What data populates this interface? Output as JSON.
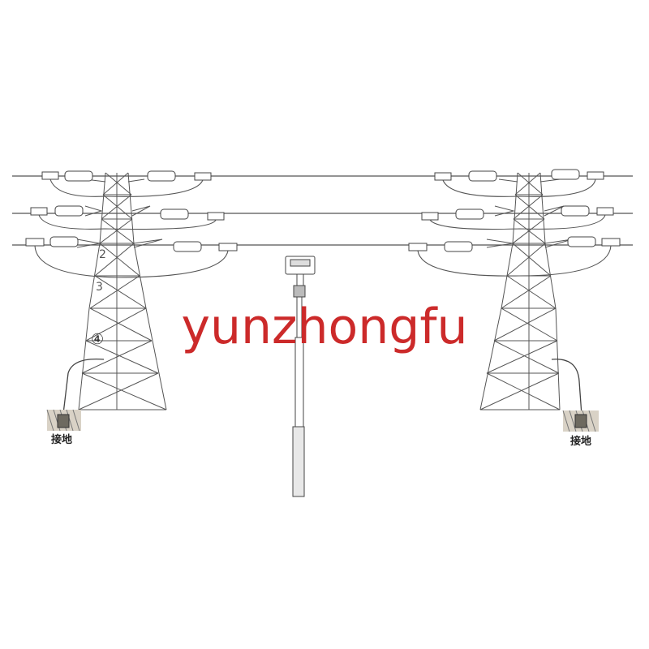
{
  "labels": {
    "callout_2": "2",
    "callout_3": "3",
    "callout_4": "④",
    "ground_left": "接地",
    "ground_right": "接地"
  },
  "watermark": {
    "text": "yunzhongfu",
    "color": "#cc2a2a"
  },
  "colors": {
    "line": "#444444",
    "tower": "#555555",
    "ground_fill": "#d9d2c6"
  }
}
